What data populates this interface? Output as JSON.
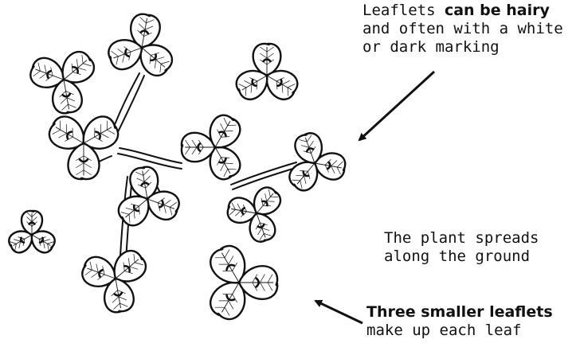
{
  "annotations": {
    "hairy": {
      "prefix": "Leaflets ",
      "bold": "can be hairy",
      "rest_line2": "and often with a white",
      "rest_line3": "or dark marking"
    },
    "spreads": {
      "line1": "The plant spreads",
      "line2": "along the ground"
    },
    "three": {
      "bold": "Three smaller leaflets",
      "line2": "make up each leaf"
    }
  },
  "colors": {
    "ink": "#111111",
    "background": "#ffffff"
  }
}
